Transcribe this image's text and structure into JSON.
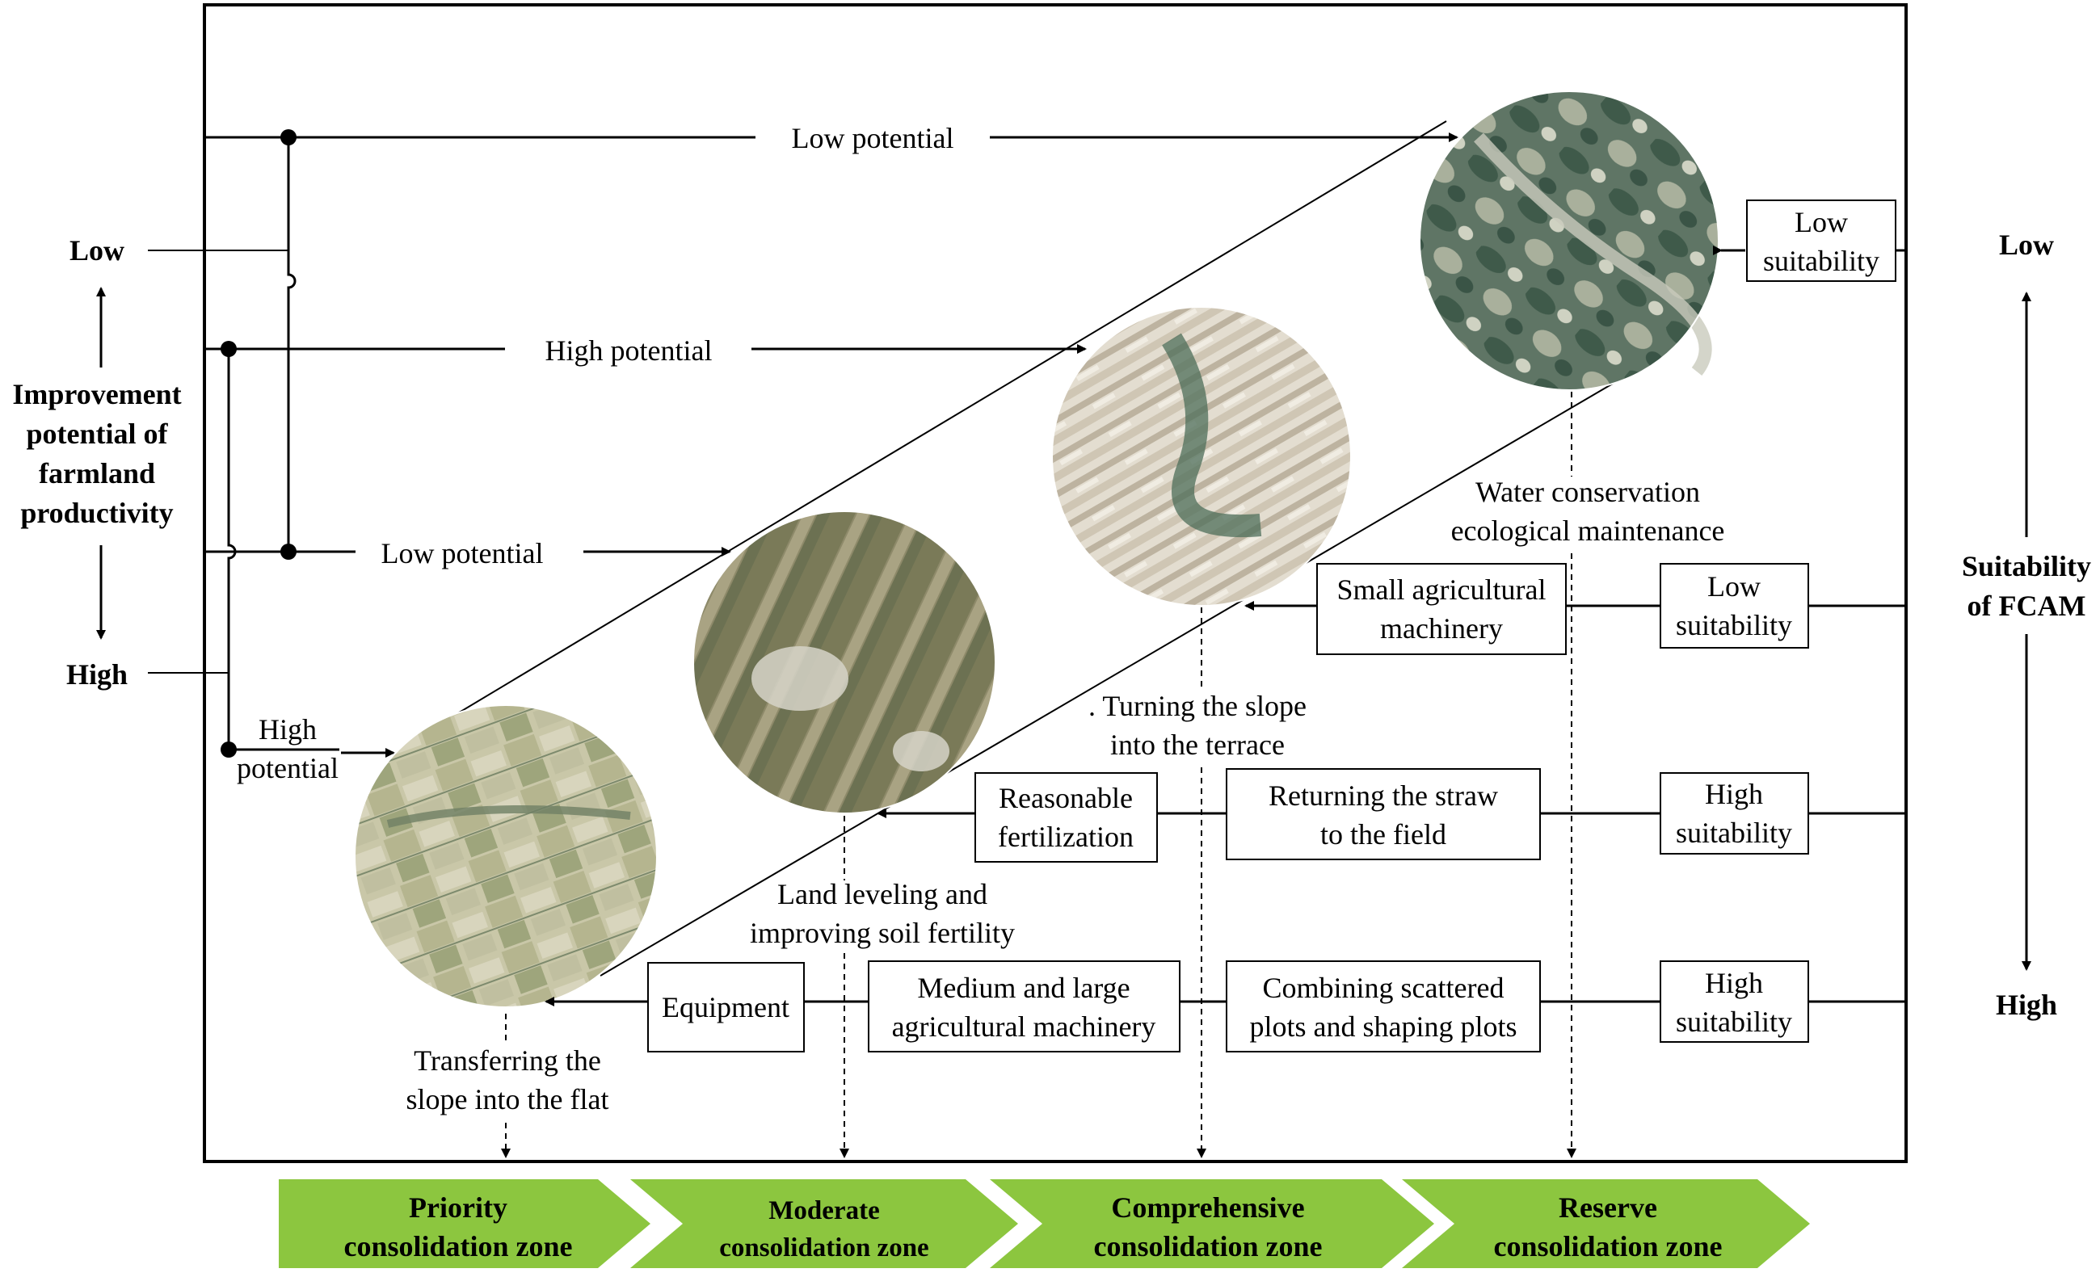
{
  "left_axis": {
    "title_lines": [
      "Improvement",
      "potential of",
      "farmland",
      "productivity"
    ],
    "top": "Low",
    "bottom": "High"
  },
  "right_axis": {
    "title_lines": [
      "Suitability",
      "of FCAM"
    ],
    "top": "Low",
    "bottom": "High"
  },
  "flows": {
    "row1": "Low potential",
    "row2": "High potential",
    "row3": "Low potential",
    "row4_lines": [
      "High",
      "potential"
    ]
  },
  "boxes": {
    "low_suitability_top": [
      "Low",
      "suitability"
    ],
    "low_suitability_mid": [
      "Low",
      "suitability"
    ],
    "small_machinery": [
      "Small agricultural",
      "machinery"
    ],
    "high_suitability_1": [
      "High",
      "suitability"
    ],
    "returning_straw": [
      "Returning the straw",
      "to the field"
    ],
    "reasonable_fertilization": [
      "Reasonable",
      "fertilization"
    ],
    "high_suitability_2": [
      "High",
      "suitability"
    ],
    "combining_plots": [
      "Combining scattered",
      "plots and shaping plots"
    ],
    "medium_large_machinery": [
      "Medium and large",
      "agricultural machinery"
    ],
    "equipment": [
      "Equipment"
    ]
  },
  "annotations": {
    "water_conservation": [
      "Water conservation",
      "ecological maintenance"
    ],
    "terrace": [
      ". Turning the slope",
      "into the terrace"
    ],
    "land_leveling": [
      "Land leveling and",
      "improving soil fertility"
    ],
    "slope_flat": [
      "Transferring the",
      "slope into the flat"
    ]
  },
  "zones": [
    {
      "lines": [
        "Priority",
        "consolidation zone"
      ]
    },
    {
      "lines": [
        "Moderate",
        "consolidation zone"
      ]
    },
    {
      "lines": [
        "Comprehensive",
        "consolidation zone"
      ]
    },
    {
      "lines": [
        "Reserve",
        "consolidation zone"
      ]
    }
  ],
  "colors": {
    "zone_green": "#8cc63f",
    "zone_text": "#000000",
    "line": "#000000"
  }
}
